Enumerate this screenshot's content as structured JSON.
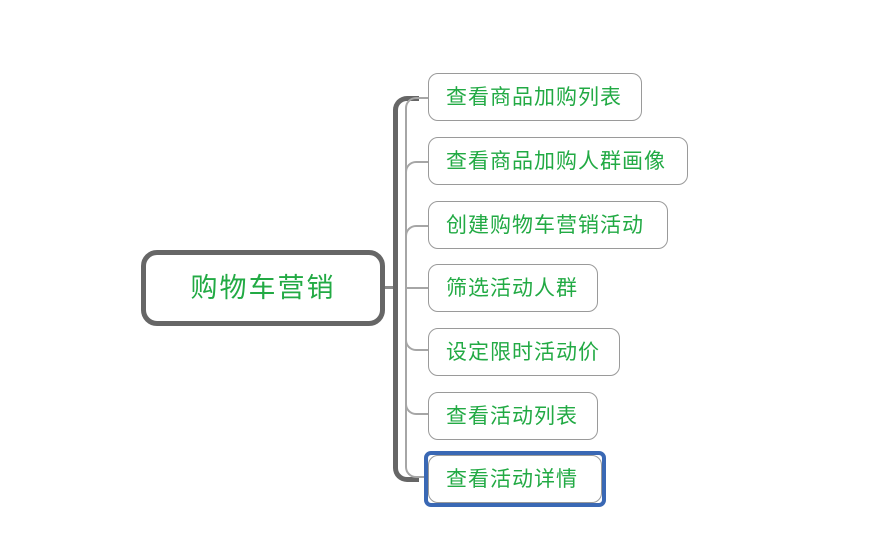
{
  "diagram": {
    "type": "mind-map",
    "background_color": "#ffffff",
    "text_color": "#22aa44",
    "root_border_color": "#666666",
    "node_border_color": "#9a9a9a",
    "connector_color": "#a6a6a6",
    "selection_color": "#3a68b4",
    "root": {
      "label": "购物车营销"
    },
    "children": [
      {
        "label": "查看商品加购列表",
        "selected": false
      },
      {
        "label": "查看商品加购人群画像",
        "selected": false
      },
      {
        "label": "创建购物车营销活动",
        "selected": false
      },
      {
        "label": "筛选活动人群",
        "selected": false
      },
      {
        "label": "设定限时活动价",
        "selected": false
      },
      {
        "label": "查看活动列表",
        "selected": false
      },
      {
        "label": "查看活动详情",
        "selected": true
      }
    ]
  }
}
